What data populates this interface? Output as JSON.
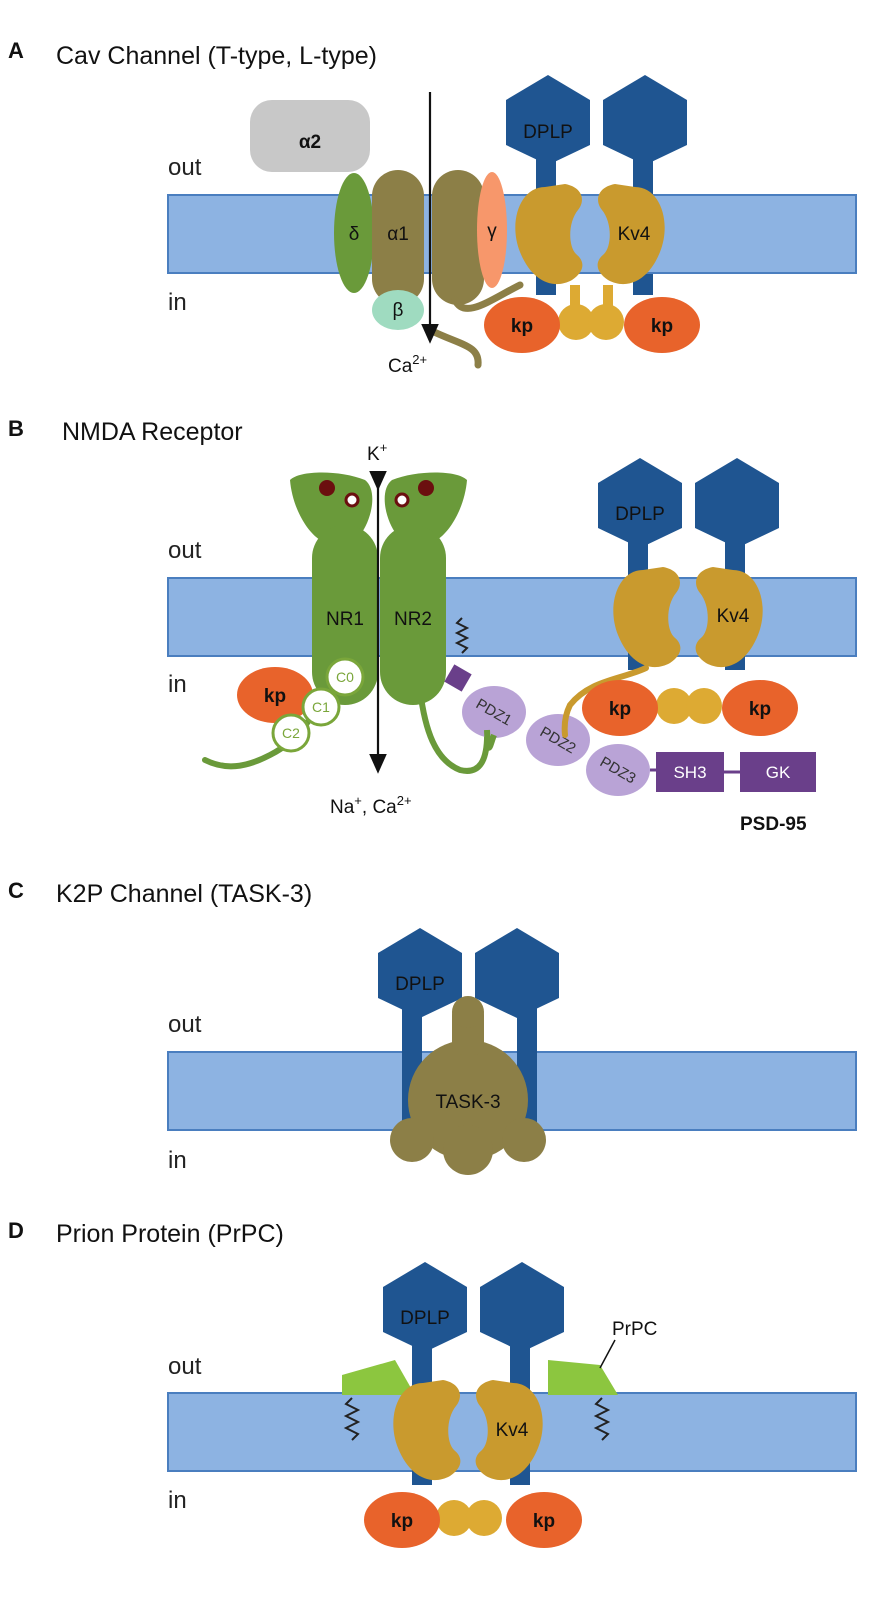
{
  "panels": {
    "a": {
      "label": "A",
      "title": "Cav Channel (T-type, L-type)",
      "out": "out",
      "in": "in",
      "alpha2": "α2",
      "delta": "δ",
      "alpha1": "α1",
      "gamma": "γ",
      "beta": "β",
      "ion": "Ca",
      "ion_sup": "2+",
      "dplp": "DPLP",
      "kv4": "Kv4",
      "kp_left": "kp",
      "kp_right": "kp"
    },
    "b": {
      "label": "B",
      "title": "NMDA Receptor",
      "out": "out",
      "in": "in",
      "ion_top": "K",
      "ion_top_sup": "+",
      "ion_bottom_a": "Na",
      "ion_bottom_a_sup": "+",
      "ion_bottom_sep": ", Ca",
      "ion_bottom_b_sup": "2+",
      "nr1": "NR1",
      "nr2": "NR2",
      "kp_nmda": "kp",
      "c0": "C0",
      "c1": "C1",
      "c2": "C2",
      "pdz1": "PDZ1",
      "pdz2": "PDZ2",
      "pdz3": "PDZ3",
      "sh3": "SH3",
      "gk": "GK",
      "psd95": "PSD-95",
      "dplp": "DPLP",
      "kv4": "Kv4",
      "kp_left": "kp",
      "kp_right": "kp"
    },
    "c": {
      "label": "C",
      "title": "K2P Channel (TASK-3)",
      "out": "out",
      "in": "in",
      "dplp": "DPLP",
      "task3": "TASK-3"
    },
    "d": {
      "label": "D",
      "title": "Prion Protein (PrPC)",
      "out": "out",
      "in": "in",
      "dplp": "DPLP",
      "prpc": "PrPC",
      "kv4": "Kv4",
      "kp_left": "kp",
      "kp_right": "kp"
    }
  },
  "colors": {
    "membrane": "#8db3e2",
    "membrane_edge": "#4a7ebf",
    "dplp": "#1f5591",
    "kv4": "#c99a2e",
    "kp": "#e8632b",
    "alpha1": "#8c7f47",
    "delta": "#6a9a3a",
    "gamma": "#f7976b",
    "beta": "#9fdbc0",
    "alpha2": "#c8c8c8",
    "nmda": "#6a9a3a",
    "pdz": "#b9a3d6",
    "psd_box": "#6a3f8a",
    "task3": "#8c7f47",
    "prpc": "#8cc63f"
  }
}
